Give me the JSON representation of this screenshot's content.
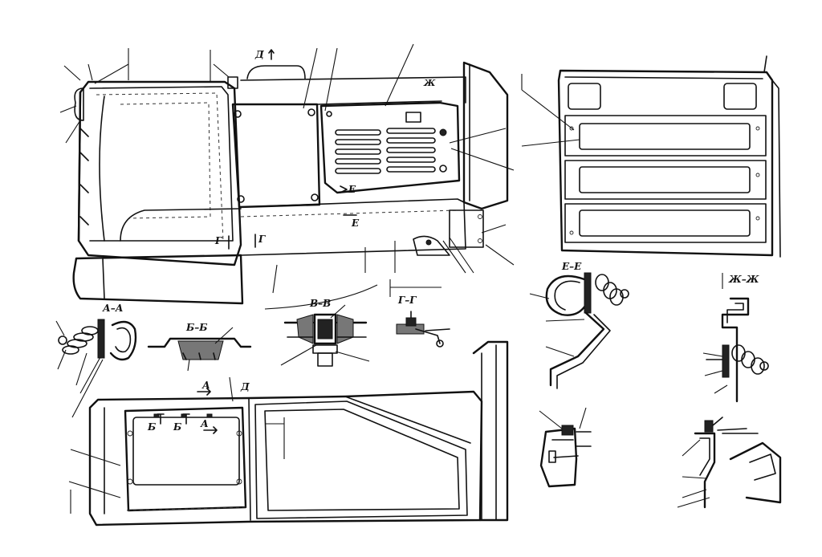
{
  "labels": {
    "section_a": "А–А",
    "section_b": "Б–Б",
    "section_v": "В–В",
    "section_g": "Г–Г",
    "section_e": "Е–Е",
    "section_zh": "Ж–Ж",
    "mark_d_top": "Д",
    "mark_d_bottom": "Д",
    "mark_e1": "Е",
    "mark_e2": "Е",
    "mark_g1": "Г",
    "mark_g2": "Г",
    "mark_zh": "Ж",
    "mark_a1": "А",
    "mark_a2": "А",
    "mark_b1": "Б",
    "mark_b2": "Б"
  }
}
